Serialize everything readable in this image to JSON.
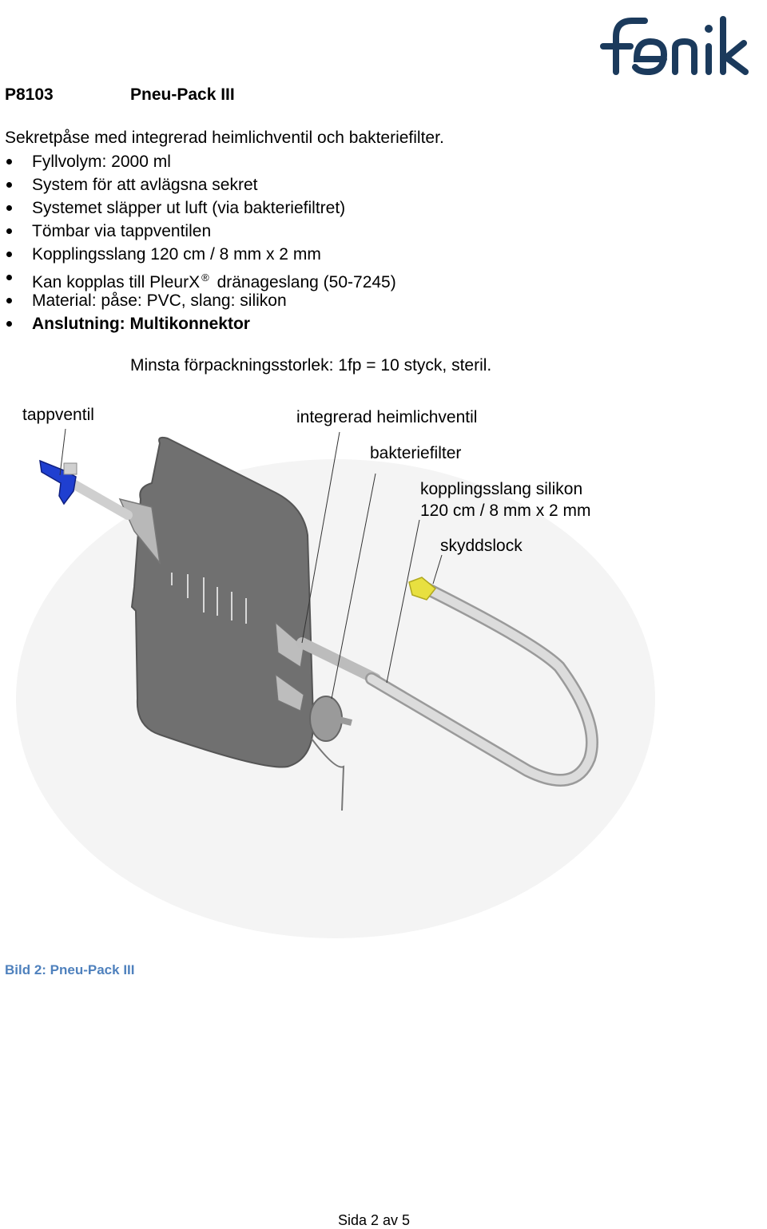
{
  "header": {
    "logo_text": "fenik",
    "product_code": "P8103",
    "product_name": "Pneu-Pack III"
  },
  "description": {
    "intro": "Sekretpåse med integrerad heimlichventil och bakteriefilter.",
    "features": [
      "Fyllvolym: 2000 ml",
      "System för att avlägsna sekret",
      "Systemet släpper ut luft (via bakteriefiltret)",
      "Tömbar via tappventilen",
      "Kopplingsslang 120 cm / 8 mm x 2 mm",
      "Kan kopplas till PleurX",
      "Material: påse: PVC, slang: silikon",
      "Anslutning: Multikonnektor"
    ],
    "feature6_mark": "®",
    "feature6_rest": "dränageslang (50-7245)",
    "packaging": "Minsta förpackningsstorlek: 1fp = 10 styck, steril."
  },
  "figure": {
    "labels": {
      "tappventil": "tappventil",
      "heimlich": "integrerad heimlichventil",
      "filter": "bakteriefilter",
      "tube_line1": "kopplingsslang silikon",
      "tube_line2": "120 cm / 8 mm x 2 mm",
      "cap": "skyddslock"
    },
    "caption": "Bild 2: Pneu-Pack III",
    "colors": {
      "bag": "#6e6e6e",
      "valve_blue": "#1f3fd0",
      "cap_yellow": "#e8e040",
      "tube": "#d4d4d4",
      "logo": "#1b3a5c"
    }
  },
  "footer": {
    "page": "Sida 2 av 5"
  }
}
